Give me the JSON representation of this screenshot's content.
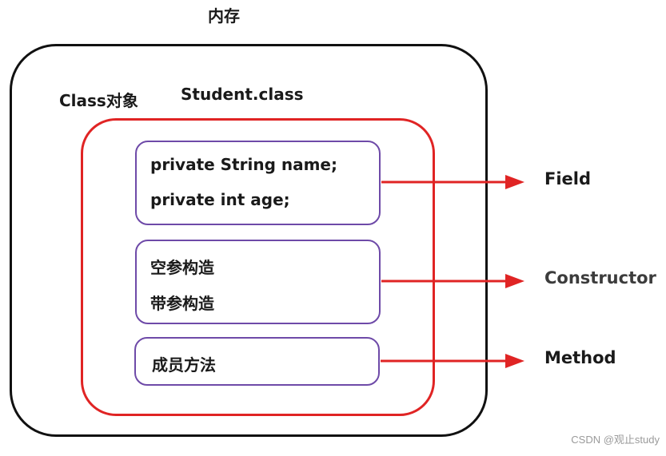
{
  "title": "内存",
  "labels": {
    "class_object": "Class对象",
    "class_name": "Student.class"
  },
  "fields": {
    "line1": "private String name;",
    "line2": "private int age;"
  },
  "constructors": {
    "line1": "空参构造",
    "line2": "带参构造"
  },
  "methods": {
    "line1": "成员方法"
  },
  "arrow_targets": {
    "field": "Field",
    "constructor": "Constructor",
    "method": "Method"
  },
  "colors": {
    "memory_border": "#111111",
    "class_border": "#e02424",
    "section_border": "#6e4aa8",
    "arrow": "#e02424"
  },
  "watermark": "CSDN @观止study"
}
